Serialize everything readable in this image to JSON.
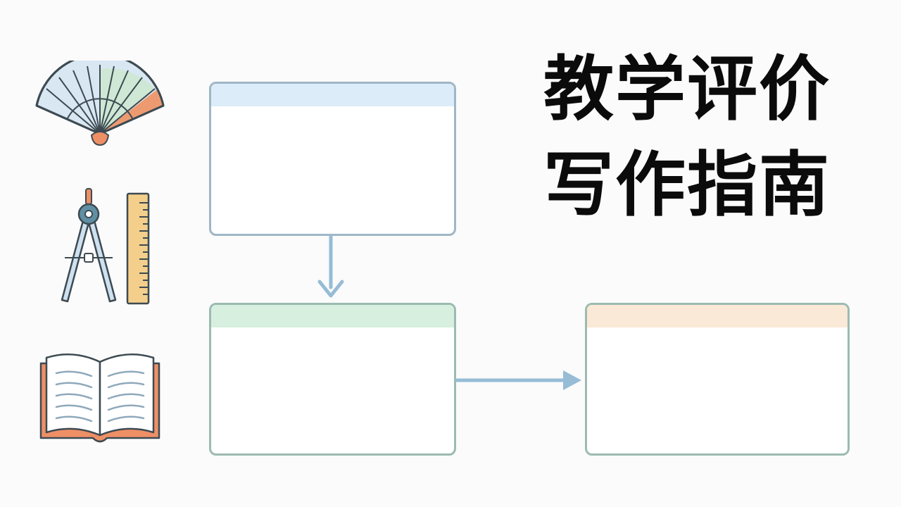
{
  "title": {
    "line1": "教学评价",
    "line2": "写作指南"
  },
  "colors": {
    "card_border_blue": "#9fb6c6",
    "card_border_green": "#9cbbb0",
    "header_blue": "#dcecf8",
    "header_green": "#d6efdf",
    "header_peach": "#fae9d6",
    "arrow": "#96bcd6",
    "fan_blue": "#cfe1ef",
    "fan_green": "#cfe8d5",
    "accent_orange": "#ee8f66",
    "ruler_yellow": "#f4cf8b",
    "compass_teal": "#5f8fa3",
    "outline": "#3d4a52"
  },
  "icons": {
    "fan": "folding-fan-icon",
    "compass": "drawing-compass-icon",
    "ruler": "ruler-icon",
    "book": "open-book-icon"
  },
  "diagram": {
    "nodes": [
      {
        "id": "card-top",
        "header": "blue",
        "text": ""
      },
      {
        "id": "card-bottom-left",
        "header": "green",
        "text": ""
      },
      {
        "id": "card-bottom-right",
        "header": "peach",
        "text": ""
      }
    ],
    "edges": [
      {
        "from": "card-top",
        "to": "card-bottom-left"
      },
      {
        "from": "card-bottom-left",
        "to": "card-bottom-right"
      }
    ]
  }
}
